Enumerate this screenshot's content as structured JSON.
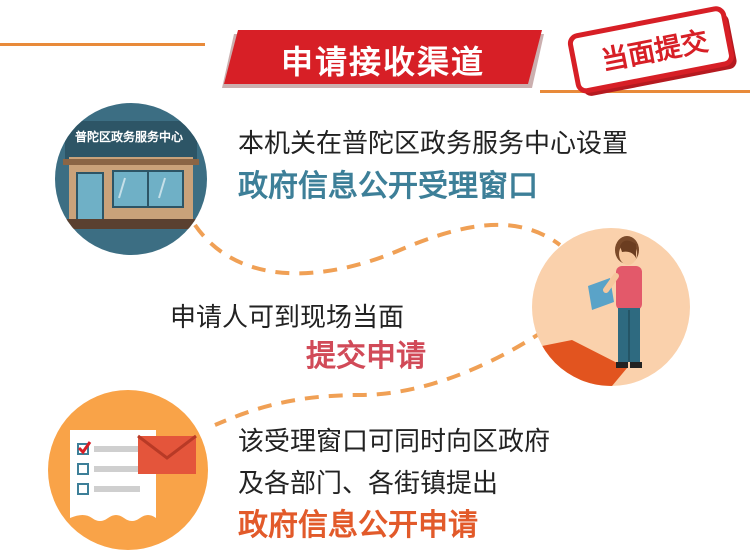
{
  "header": {
    "title": "申请接收渠道",
    "stamp": "当面提交"
  },
  "office": {
    "sign": "普陀区政务服务中心"
  },
  "section1": {
    "text": "本机关在普陀区政务服务中心设置",
    "highlight": "政府信息公开受理窗口"
  },
  "section2": {
    "text": "申请人可到现场当面",
    "highlight": "提交申请"
  },
  "section3": {
    "line1": "该受理窗口可同时向区政府",
    "line2": "及各部门、各街镇提出",
    "highlight": "政府信息公开申请"
  },
  "colors": {
    "accent_red": "#d71f26",
    "accent_orange": "#e88a3a",
    "teal": "#3d7f98",
    "pink": "#d14a58"
  }
}
